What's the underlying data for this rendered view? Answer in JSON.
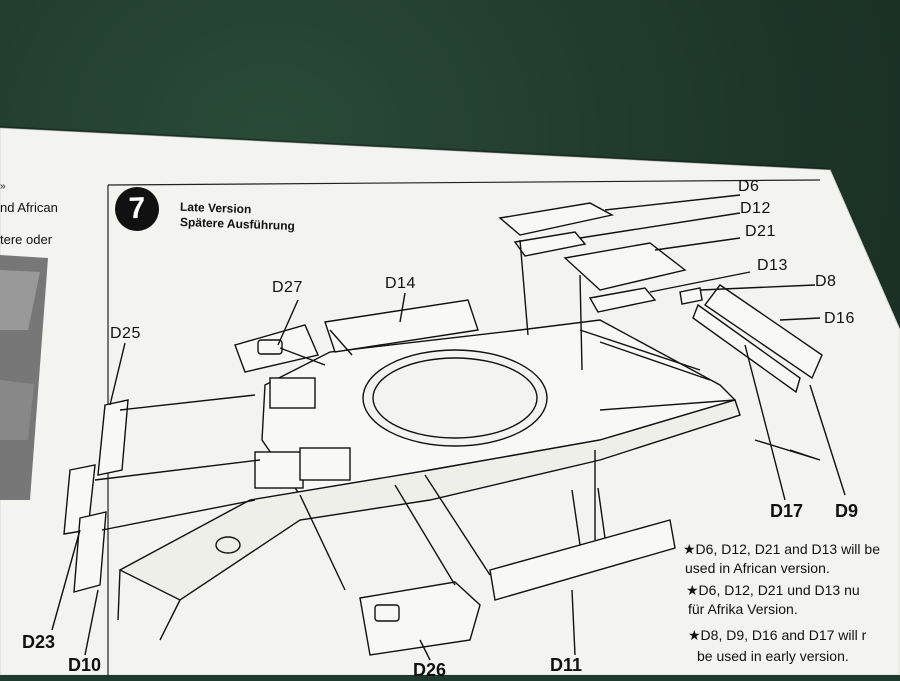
{
  "side_text": {
    "arrow_marks": "»",
    "line1": "nd African",
    "line2": "tere oder"
  },
  "step": {
    "number": "7",
    "title_en": "Late Version",
    "title_de": "Spätere Ausführung"
  },
  "part_labels": {
    "d6": "D6",
    "d12": "D12",
    "d21": "D21",
    "d13": "D13",
    "d8": "D8",
    "d16": "D16",
    "d27": "D27",
    "d14": "D14",
    "d25": "D25",
    "d17": "D17",
    "d9": "D9",
    "d23": "D23",
    "d10": "D10",
    "d26": "D26",
    "d11": "D11"
  },
  "notes": {
    "n1_line1": "★D6, D12, D21 and D13 will be",
    "n1_line2": "used in African version.",
    "n2_line1": "★D6, D12, D21 und D13 nu",
    "n2_line2": "für Afrika Version.",
    "n3_line1": "★D8, D9, D16 and D17 will r",
    "n3_line2": "be used in early version."
  },
  "colors": {
    "mat": "#1f3a2c",
    "paper": "#f4f4f0",
    "ink": "#111111"
  }
}
